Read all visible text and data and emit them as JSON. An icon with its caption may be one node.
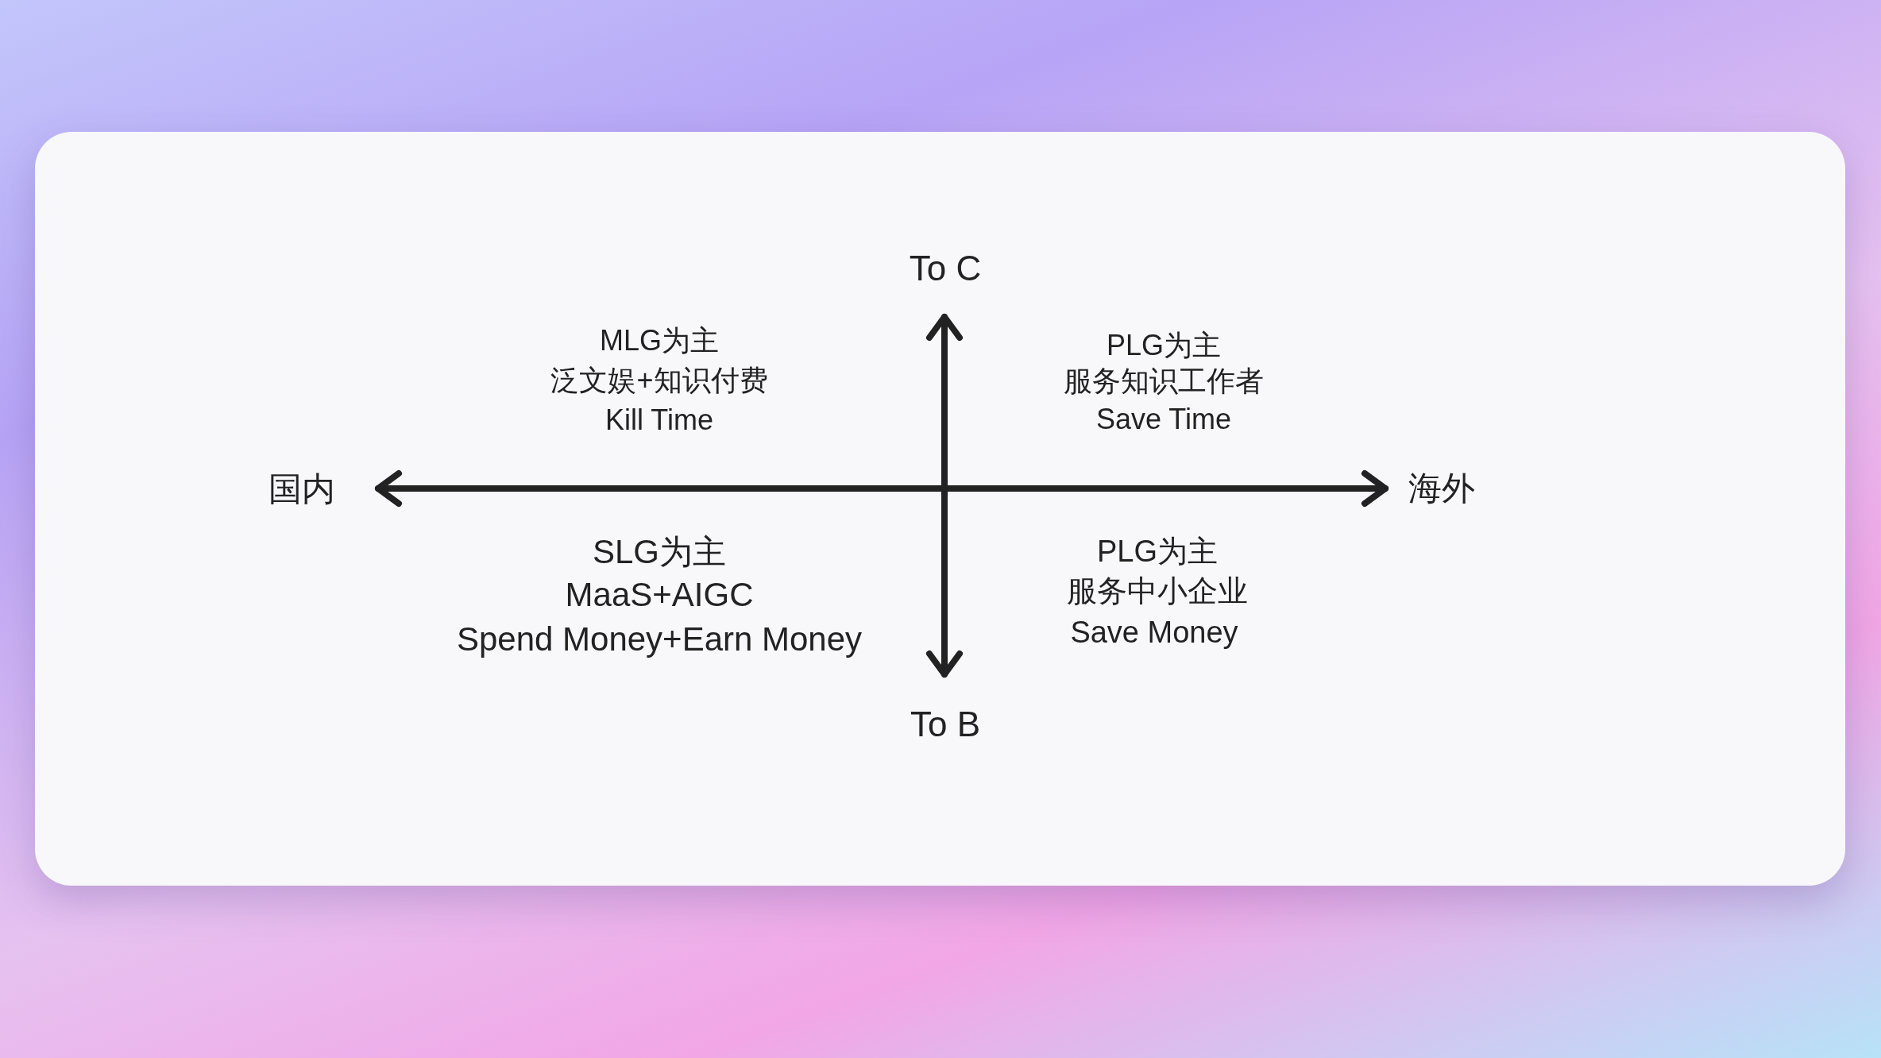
{
  "diagram": {
    "labels": [
      "To C",
      "MLG为主",
      "泛文娱+知识付费",
      "Kill Time",
      "PLG为主",
      "服务知识工作者",
      "Save Time",
      "国内",
      "海外",
      "SLG为主",
      "MaaS+AIGC",
      "Spend Money+Earn Money",
      "PLG为主",
      "服务中小企业",
      "Save Money",
      "To B"
    ]
  }
}
